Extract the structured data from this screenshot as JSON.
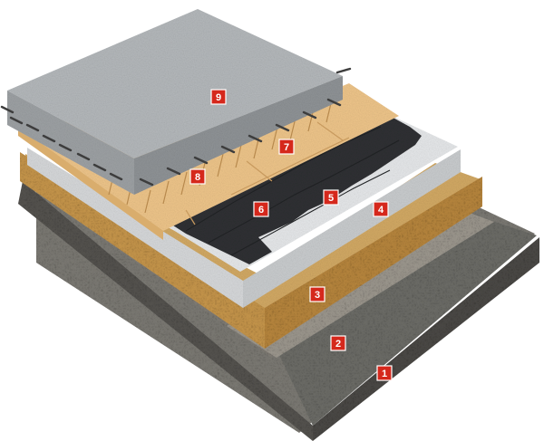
{
  "diagram": {
    "layers": [
      {
        "label": "1",
        "material": "soil-ground"
      },
      {
        "label": "2",
        "material": "gravel"
      },
      {
        "label": "3",
        "material": "sand-base"
      },
      {
        "label": "4",
        "material": "light-grey-screed"
      },
      {
        "label": "5",
        "material": "dark-membrane-edge"
      },
      {
        "label": "6",
        "material": "dark-membrane"
      },
      {
        "label": "7",
        "material": "insulation-boards"
      },
      {
        "label": "8",
        "material": "insulation-boards-lower"
      },
      {
        "label": "9",
        "material": "reinforced-concrete-slab"
      }
    ],
    "colors": {
      "badge": "#d5281c",
      "soil": "#6b6b66",
      "gravel": "#8e8a82",
      "sand": "#c79a52",
      "screed": "#e6e8ea",
      "membrane": "#2f3133",
      "insulation": "#eec58a",
      "concrete": "#a9adb0",
      "rebar": "#3d3d3d"
    }
  }
}
